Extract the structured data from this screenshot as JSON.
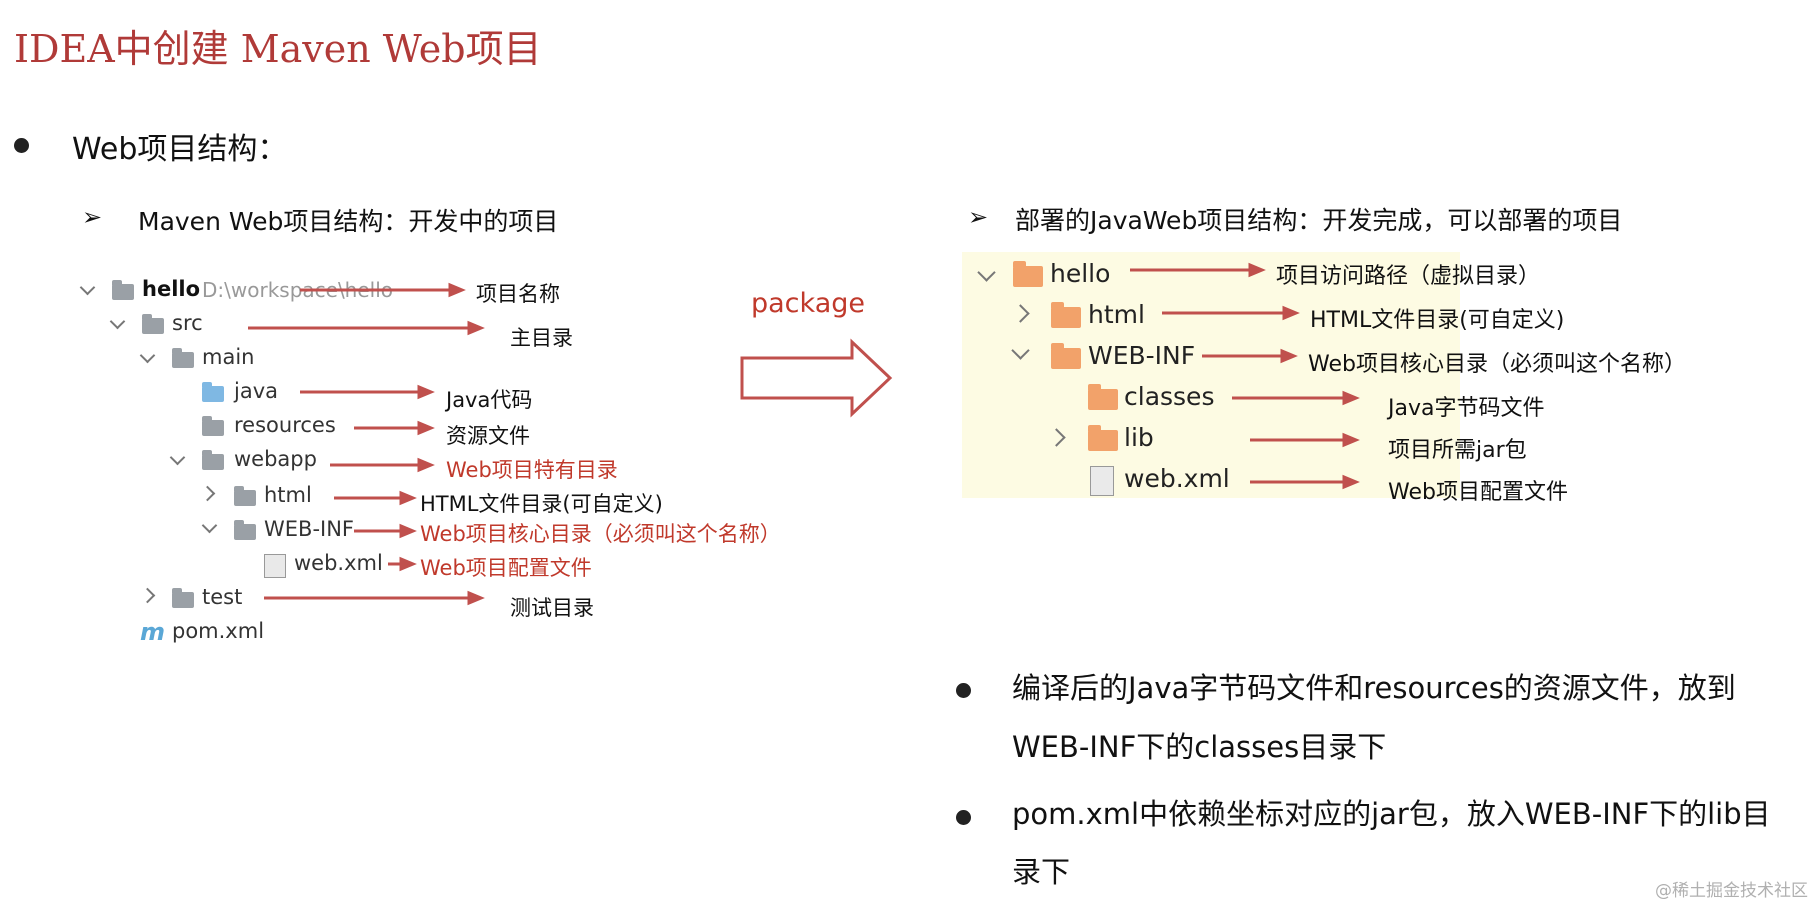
{
  "title": "IDEA中创建 Maven Web项目",
  "bullet1": "Web项目结构：",
  "left_heading": "Maven Web项目结构：开发中的项目",
  "right_heading": "部署的JavaWeb项目结构：开发完成，可以部署的项目",
  "arrow_symbol": "➢",
  "package_label": "package",
  "left_tree": {
    "hello": "hello",
    "hello_path": "D:\\workspace\\hello",
    "src": "src",
    "main": "main",
    "java": "java",
    "resources": "resources",
    "webapp": "webapp",
    "html": "html",
    "web_inf": "WEB-INF",
    "web_xml": "web.xml",
    "test": "test",
    "pom": "pom.xml"
  },
  "left_annotations": {
    "hello": "项目名称",
    "src": "主目录",
    "java": "Java代码",
    "resources": "资源文件",
    "webapp": "Web项目特有目录",
    "html": "HTML文件目录(可自定义)",
    "web_inf": "Web项目核心目录（必须叫这个名称）",
    "web_xml": "Web项目配置文件",
    "test": "测试目录"
  },
  "right_tree": {
    "hello": "hello",
    "html": "html",
    "web_inf": "WEB-INF",
    "classes": "classes",
    "lib": "lib",
    "web_xml": "web.xml"
  },
  "right_annotations": {
    "hello": "项目访问路径（虚拟目录）",
    "html": "HTML文件目录(可自定义)",
    "web_inf": "Web项目核心目录（必须叫这个名称）",
    "classes": "Java字节码文件",
    "lib": "项目所需jar包",
    "web_xml": "Web项目配置文件"
  },
  "bottom_bullets": [
    {
      "line1": "编译后的Java字节码文件和resources的资源文件，放到",
      "line2": "WEB-INF下的classes目录下"
    },
    {
      "line1": "pom.xml中依赖坐标对应的jar包，放入WEB-INF下的lib目",
      "line2": "录下"
    }
  ],
  "watermark": "@稀土掘金技术社区",
  "colors": {
    "title": "#b03a38",
    "annotation_red": "#c0392b",
    "arrow": "#c0504d",
    "highlight_bg": "#fdfbe3"
  }
}
